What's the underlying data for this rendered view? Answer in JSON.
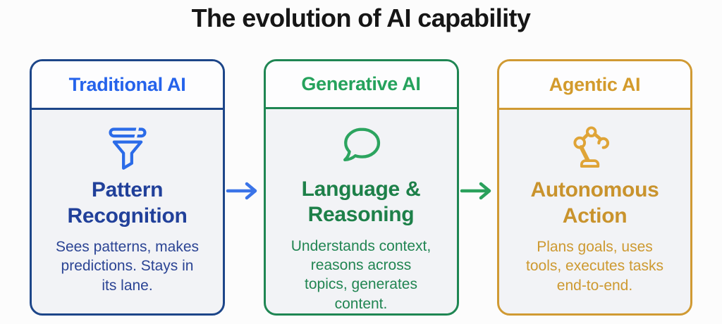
{
  "page": {
    "title": "The evolution of AI capability",
    "title_color": "#161616",
    "background": "#fcfcfc"
  },
  "cards": [
    {
      "name": "Traditional AI",
      "icon": "funnel-icon",
      "heading": "Pattern Recognition",
      "description": "Sees patterns, makes predictions. Stays in its lane.",
      "colors": {
        "border": "#1d4689",
        "header_text": "#2563eb",
        "heading_text": "#21409a",
        "body_text": "#2b4494",
        "icon": "#2b6be8",
        "header_bg": "#fdfdfe",
        "body_bg": "#f2f3f6"
      }
    },
    {
      "name": "Generative AI",
      "icon": "speech-bubble-icon",
      "heading": "Language & Reasoning",
      "description": "Understands context, reasons across topics, generates content.",
      "colors": {
        "border": "#1f8653",
        "header_text": "#25a25c",
        "heading_text": "#1d8049",
        "body_text": "#218552",
        "icon": "#2ca45f",
        "header_bg": "#fdfdfe",
        "body_bg": "#f2f3f6"
      }
    },
    {
      "name": "Agentic AI",
      "icon": "robot-arm-icon",
      "heading": "Autonomous Action",
      "description": "Plans goals, uses tools, executes tasks end-to-end.",
      "colors": {
        "border": "#d09a33",
        "header_text": "#d39b2c",
        "heading_text": "#c9932d",
        "body_text": "#cd9930",
        "icon": "#dfa437",
        "header_bg": "#fdfdfe",
        "body_bg": "#f2f3f6"
      }
    }
  ],
  "arrows": [
    {
      "label": "traditional-to-generative",
      "direction": "right",
      "color": "#3b74e8"
    },
    {
      "label": "generative-to-agentic",
      "direction": "right",
      "color": "#2aa15c"
    }
  ]
}
